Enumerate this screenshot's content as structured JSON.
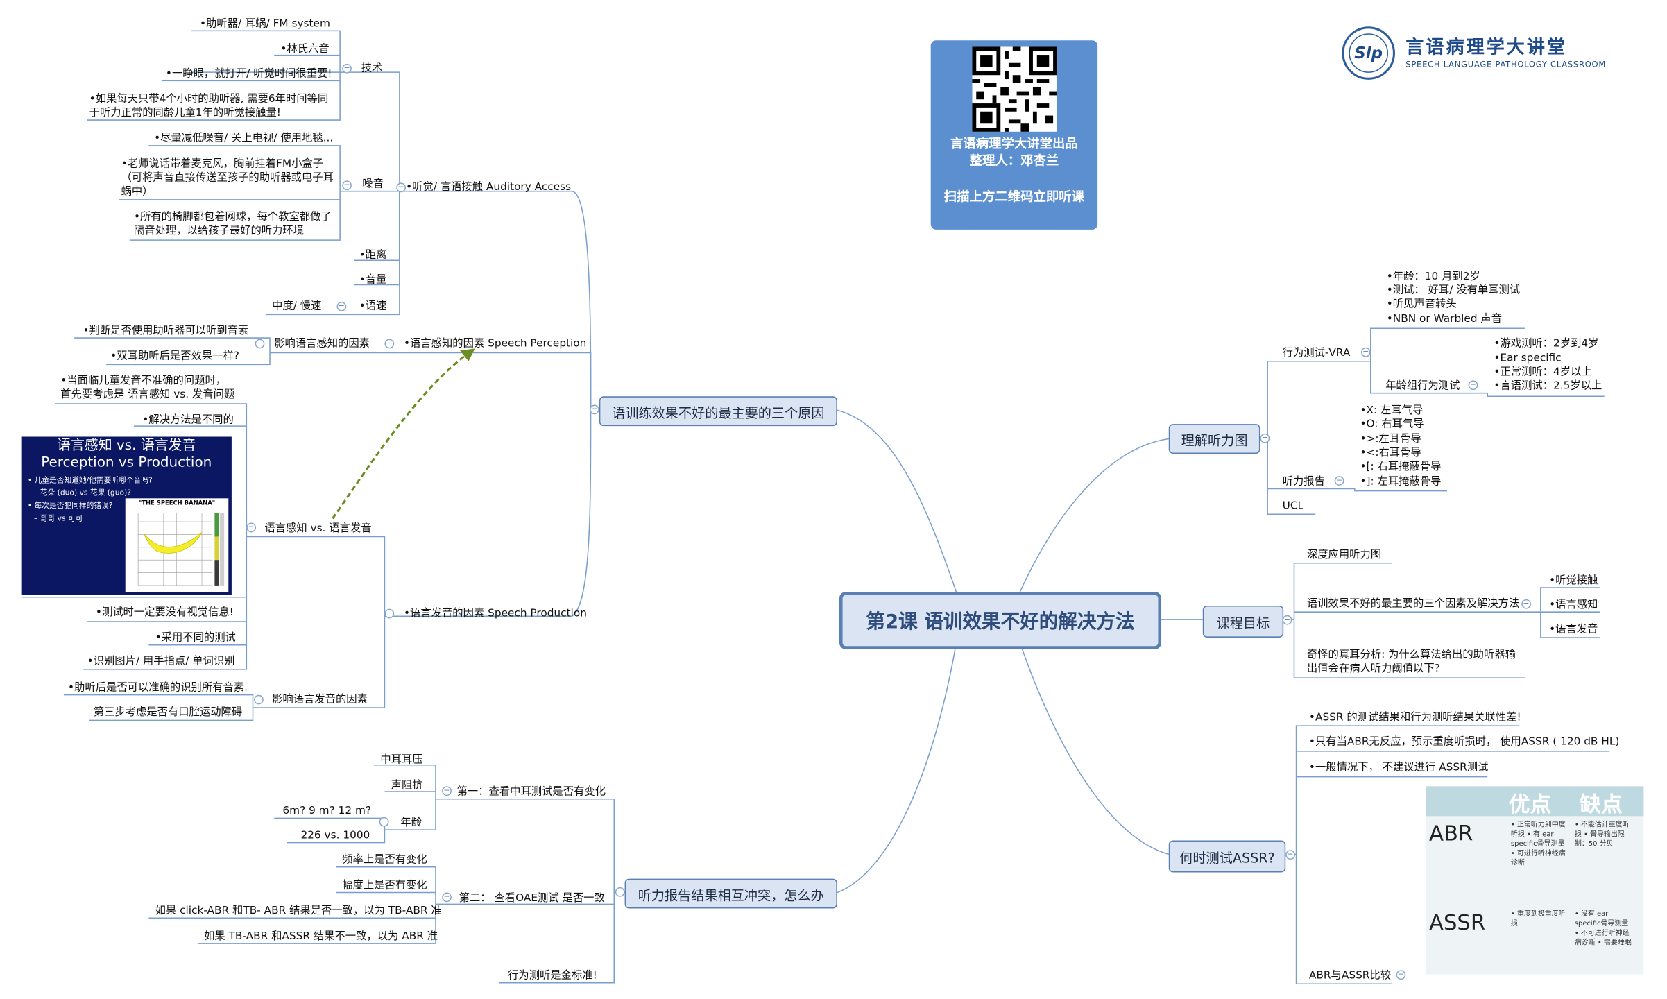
{
  "center": "第2课 语训效果不好的解决方法",
  "qr": {
    "line1": "言语病理学大讲堂出品",
    "line2": "整理人：邓杏兰",
    "line3": "扫描上方二维码立即听课"
  },
  "logo": {
    "name": "言语病理学大讲堂",
    "sub": "SPEECH LANGUAGE PATHOLOGY CLASSROOM",
    "mark": "Slp"
  },
  "left_top": {
    "branch": "语训练效果不好的最主要的三个原因",
    "access": "•听觉/ 言语接触 Auditory Access",
    "tech": "技术",
    "tech_items": [
      "•助听器/ 耳蜗/ FM system",
      "•林氏六音",
      "•一睁眼，就打开/ 听觉时间很重要!",
      "•如果每天只带4个小时的助听器, 需要6年时间等同于听力正常的同龄儿童1年的听觉接触量!"
    ],
    "noise": "噪音",
    "noise_items": [
      "•尽量减低噪音/ 关上电视/ 使用地毯...",
      "•老师说话带着麦克风，胸前挂着FM小盒子（可将声音直接传送至孩子的助听器或电子耳蜗中）",
      "•所有的椅脚都包着网球，每个教室都做了隔音处理，以给孩子最好的听力环境"
    ],
    "distance": "•距离",
    "volume": "•音量",
    "speed": "•语速",
    "speed_child": "中度/ 慢速",
    "perception": "•语言感知的因素 Speech Perception",
    "perception_factor": "影响语言感知的因素",
    "perception_items": [
      "•判断是否使用助听器可以听到音素",
      "•双耳助听后是否效果一样?"
    ],
    "production": "•语言发音的因素 Speech Production",
    "pvp": "语言感知 vs. 语言发音",
    "pvp_items": [
      "•当面临儿童发音不准确的问题时，首先要考虑是 语言感知 vs. 发音问题",
      "•解决方法是不同的",
      "•测试时一定要没有视觉信息!",
      "•采用不同的测试",
      "•识别图片/ 用手指点/ 单词识别"
    ],
    "slide": {
      "title1": "语言感知  vs. 语言发音",
      "title2": "Perception vs Production",
      "b1": "•  儿童是否知道她/他需要听哪个音吗?",
      "b2": "– 花朵 (duo) vs 花果 (guo)?",
      "b3": "•  每次是否犯同样的错误?",
      "b4": "– 哥哥 vs 可可",
      "banana": "\"THE SPEECH BANANA\""
    },
    "production_factor": "影响语言发音的因素",
    "production_items": [
      "•助听后是否可以准确的识别所有音素.",
      "第三步考虑是否有口腔运动障碍"
    ]
  },
  "left_bottom": {
    "branch": "听力报告结果相互冲突，怎么办",
    "step1": "第一：查看中耳测试是否有变化",
    "step1_items": [
      "中耳耳压",
      "声阻抗"
    ],
    "age": "年龄",
    "age_items": [
      "6m? 9 m? 12 m?",
      "226 vs. 1000"
    ],
    "step2": "第二： 查看OAE测试 是否一致",
    "step2_items": [
      "频率上是否有变化",
      "幅度上是否有变化",
      "如果 click-ABR 和TB- ABR 结果是否一致，以为 TB-ABR 准",
      "如果 TB-ABR 和ASSR 结果不一致，以为 ABR 准"
    ],
    "gold": "行为测听是金标准!"
  },
  "right_top": {
    "branch": "理解听力图",
    "vra": "行为测试-VRA",
    "vra_items": [
      "•年龄：10 月到2岁",
      "•测试： 好耳/ 没有单耳测试",
      "•听见声音转头",
      "•NBN or Warbled 声音"
    ],
    "age_group": "年龄组行为测试",
    "age_group_items": [
      "•游戏测听：2岁到4岁",
      "•Ear specific",
      "•正常测听：4岁以上",
      "•言语测试：2.5岁以上"
    ],
    "report": "听力报告",
    "report_items": [
      "•X: 左耳气导",
      "•O: 右耳气导",
      "•>:左耳骨导",
      "•<:右耳骨导",
      "•[: 右耳掩蔽骨导",
      "•]: 左耳掩蔽骨导"
    ],
    "ucl": "UCL"
  },
  "right_mid": {
    "branch": "课程目标",
    "items": [
      "深度应用听力图",
      "语训效果不好的最主要的三个因素及解决方法",
      "奇怪的真耳分析: 为什么算法给出的助听器输出值会在病人听力阈值以下?"
    ],
    "sub_items": [
      "•听觉接触",
      "•语言感知",
      "•语言发音"
    ]
  },
  "right_bottom": {
    "branch": "何时测试ASSR?",
    "items": [
      "•ASSR 的测试结果和行为测听结果关联性差!",
      "•只有当ABR无反应，预示重度听损时， 使用ASSR ( 120 dB HL)",
      "•一般情况下， 不建议进行 ASSR测试"
    ],
    "compare": "ABR与ASSR比较",
    "table": {
      "h1": "优点",
      "h2": "缺点",
      "r1": "ABR",
      "r2": "ASSR",
      "abr_pro": "• 正常听力到中度听损 • 有 ear specific骨导测量 • 可进行听神经病诊断",
      "abr_con": "• 不能估计重度听损 • 骨导输出限制：50 分贝",
      "assr_pro": "• 重度到极重度听损",
      "assr_con": "• 没有 ear specific骨导测量 • 不可进行听神经病诊断 • 需要睡眠"
    }
  },
  "colors": {
    "line": "#6a93c7",
    "box_fill": "#dbe4f3",
    "box_border": "#5a7fb3",
    "qr_bg": "#5b8fd0",
    "arrow": "#6b8e23"
  }
}
